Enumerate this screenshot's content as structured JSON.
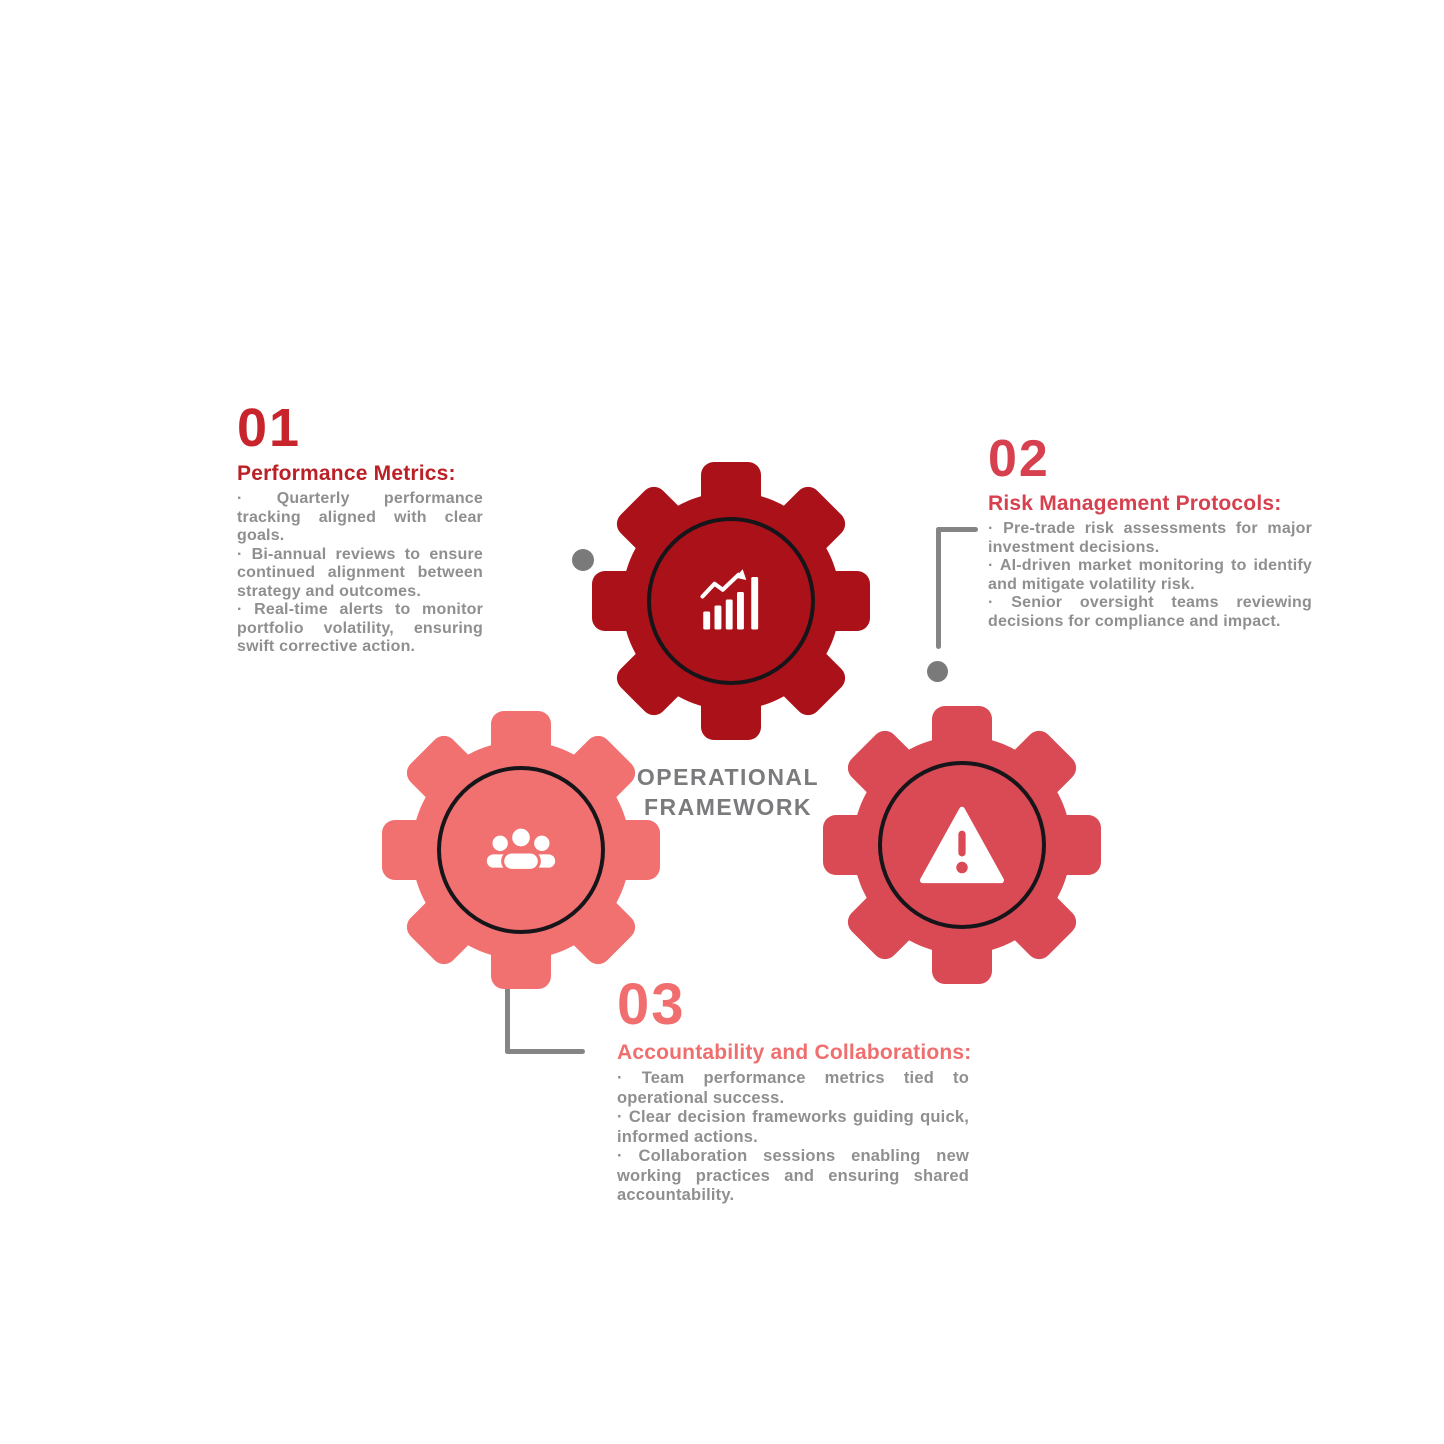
{
  "title": {
    "line1": "OPERATIONAL",
    "line2": "FRAMEWORK"
  },
  "colors": {
    "gear_dark_red": "#AB1118",
    "gear_medium_red": "#DA4A54",
    "gear_light_red": "#F17070",
    "number_01": "#C8242B",
    "number_02": "#D7404E",
    "number_03": "#F06E6E",
    "heading_01": "#BB2026",
    "body_text_gray": "#8F8F8F",
    "title_gray": "#7B7B7E",
    "connector_gray": "#858585",
    "gear_ring_black": "#15151A",
    "icon_white": "#FFFFFF"
  },
  "sections": [
    {
      "number": "01",
      "heading": "Performance Metrics:",
      "bullets": [
        "·  Quarterly performance tracking aligned with clear goals.",
        "·  Bi-annual reviews to ensure continued alignment between strategy and outcomes.",
        "·  Real-time alerts to monitor portfolio volatility, ensuring swift corrective action."
      ]
    },
    {
      "number": "02",
      "heading": "Risk Management Protocols:",
      "bullets": [
        "·  Pre-trade risk assessments for major investment decisions.",
        "·  AI-driven market monitoring to identify and mitigate volatility risk.",
        "·  Senior oversight teams reviewing decisions for compliance and impact."
      ]
    },
    {
      "number": "03",
      "heading": "Accountability and Collaborations:",
      "bullets": [
        "·  Team performance metrics tied to operational success.",
        "·  Clear decision frameworks guiding quick, informed actions.",
        "·  Collaboration sessions enabling new working practices and ensuring shared accountability."
      ]
    }
  ],
  "gears": [
    {
      "name": "performance-gear",
      "icon": "bar-chart-growth-icon",
      "color": "#AB1118"
    },
    {
      "name": "risk-gear",
      "icon": "warning-triangle-icon",
      "color": "#DA4A54"
    },
    {
      "name": "collaboration-gear",
      "icon": "people-group-icon",
      "color": "#F17070"
    }
  ]
}
